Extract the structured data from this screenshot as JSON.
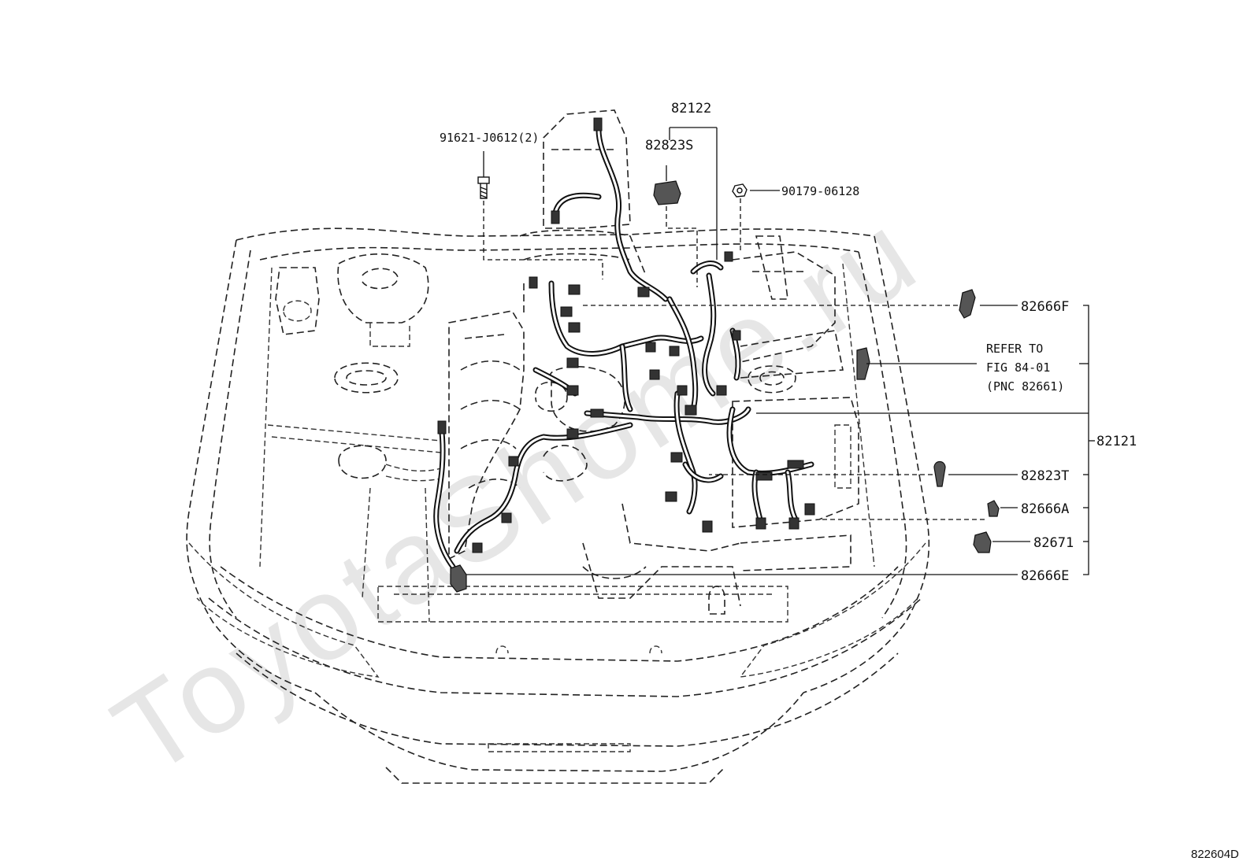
{
  "watermark": "ToyotaShome.ru",
  "figure_id": "822604D",
  "callouts": {
    "p82122": "82122",
    "p82823S": "82823S",
    "p91621": "91621-J0612(2)",
    "p90179": "90179-06128",
    "p82666F": "82666F",
    "p82121": "82121",
    "p82823T": "82823T",
    "p82666A": "82666A",
    "p82671": "82671",
    "p82666E": "82666E"
  },
  "reference_note": {
    "line1": "REFER TO",
    "line2": "FIG 84-01",
    "line3": "(PNC 82661)"
  }
}
